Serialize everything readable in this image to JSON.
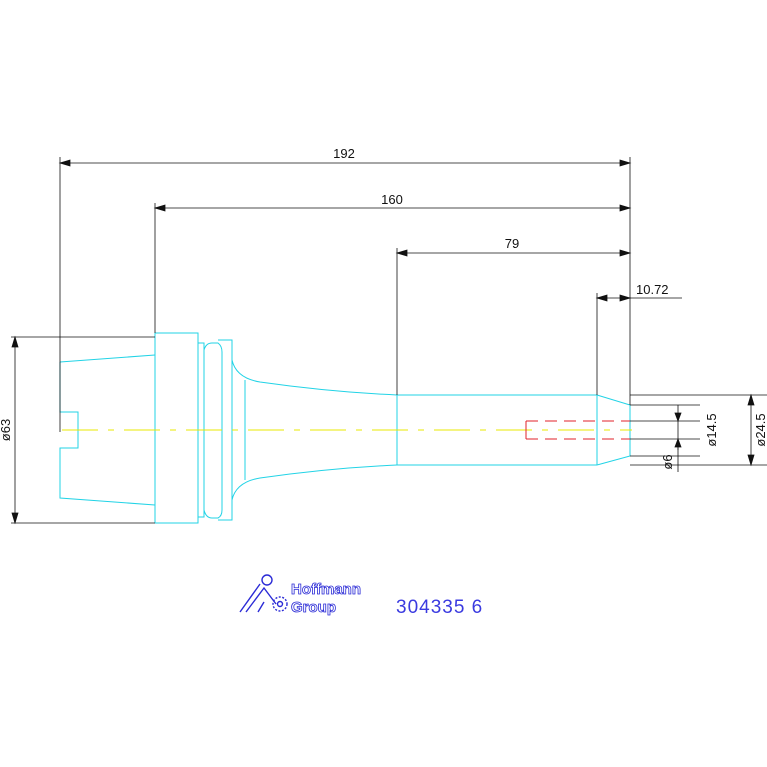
{
  "drawing": {
    "dimensions": {
      "overall_length": "192",
      "body_length": "160",
      "shank_length": "79",
      "chamfer_length": "10.72",
      "flange_diameter": "ø63",
      "shank_diameter": "ø24.5",
      "bore_diameter": "ø14.5",
      "tip_diameter": "ø6"
    },
    "logo": {
      "line1": "Hoffmann",
      "line2": "Group"
    },
    "part_number": "304335 6"
  },
  "colors": {
    "outline": "#22d3e6",
    "dimension": "#111111",
    "centerline": "#e8e800",
    "hidden_bore": "#e0202a",
    "brand": "#2b2bd6"
  }
}
